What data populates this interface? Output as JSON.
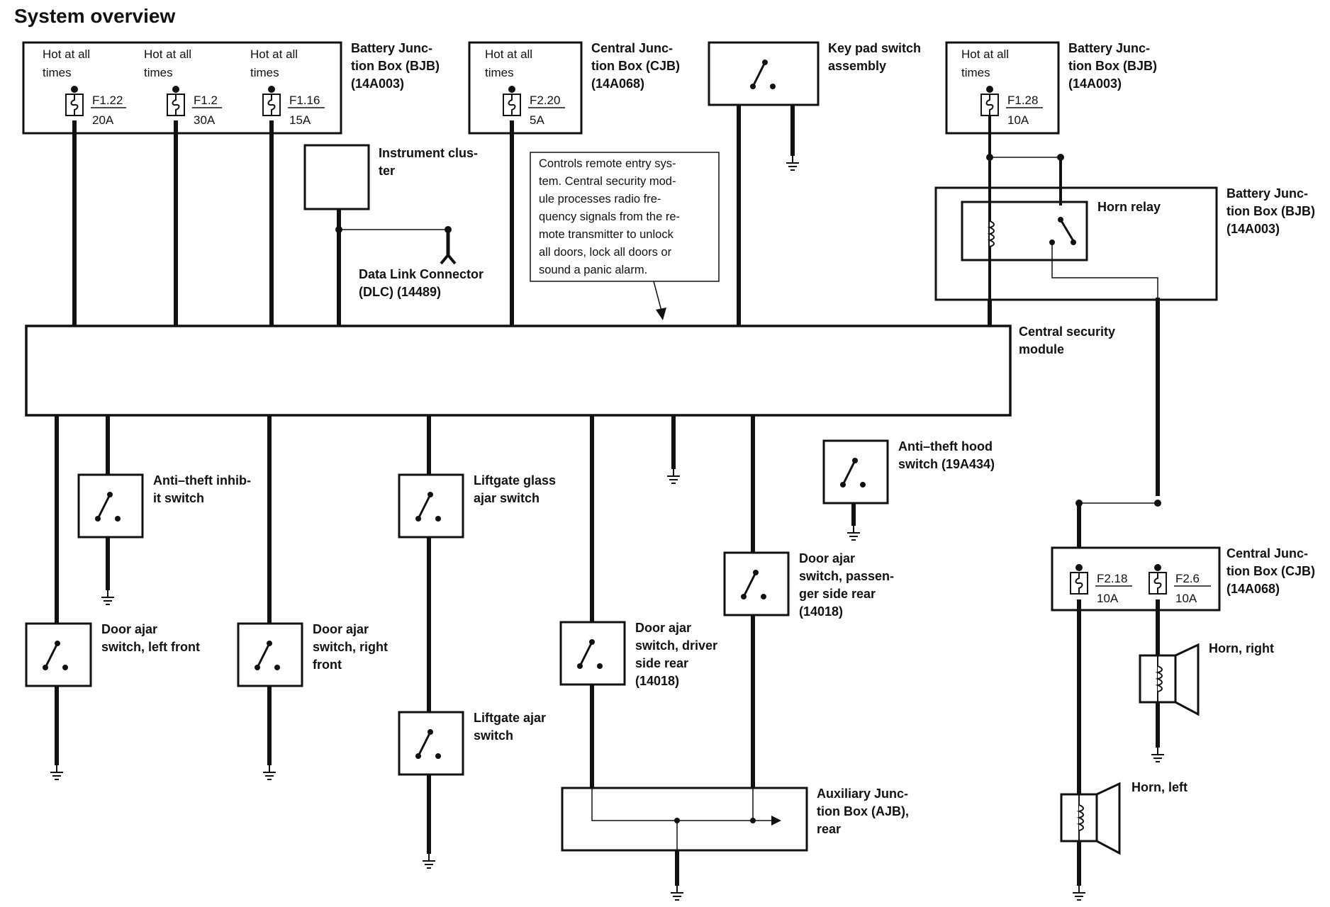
{
  "title": "System overview",
  "colors": {
    "ink": "#111111",
    "paper": "#ffffff"
  },
  "hot_at_all_times": [
    "Hot at all",
    "times"
  ],
  "bjb_label": [
    "Battery Junc-",
    "tion Box (BJB)",
    "(14A003)"
  ],
  "cjb_label": [
    "Central Junc-",
    "tion Box (CJB)",
    "(14A068)"
  ],
  "bjb_label_right": [
    "Battery Junc-",
    "tion Box (BJB)",
    "(14A003)"
  ],
  "cjb_label_right": [
    "Central Junc-",
    "tion Box (CJB)",
    "(14A068)"
  ],
  "fuses": {
    "f1_22": [
      "F1.22",
      "20A"
    ],
    "f1_2": [
      "F1.2",
      "30A"
    ],
    "f1_16": [
      "F1.16",
      "15A"
    ],
    "f2_20": [
      "F2.20",
      "5A"
    ],
    "f1_28": [
      "F1.28",
      "10A"
    ],
    "f2_18": [
      "F2.18",
      "10A"
    ],
    "f2_6": [
      "F2.6",
      "10A"
    ]
  },
  "keypad_label": [
    "Key pad switch",
    "assembly"
  ],
  "instrument_cluster_label": [
    "Instrument clus-",
    "ter"
  ],
  "dlc_label": [
    "Data Link Connector",
    "(DLC) (14489)"
  ],
  "note_lines": [
    "Controls remote entry sys-",
    "tem. Central security mod-",
    "ule processes radio fre-",
    "quency signals from the re-",
    "mote transmitter to unlock",
    "all doors, lock all doors or",
    "sound a panic alarm."
  ],
  "horn_relay_label": "Horn relay",
  "bjb_relay_label": [
    "Battery Junc-",
    "tion Box (BJB)",
    "(14A003)"
  ],
  "csm_label": [
    "Central security",
    "module"
  ],
  "switches": {
    "anti_theft_inhibit": [
      "Anti–theft inhib-",
      "it switch"
    ],
    "liftgate_glass": [
      "Liftgate glass",
      "ajar switch"
    ],
    "anti_theft_hood": [
      "Anti–theft hood",
      "switch (19A434)"
    ],
    "door_ajar_left_front": [
      "Door ajar",
      "switch, left front"
    ],
    "door_ajar_right_front": [
      "Door ajar",
      "switch, right",
      "front"
    ],
    "door_ajar_driver_rear": [
      "Door ajar",
      "switch, driver",
      "side rear",
      "(14018)"
    ],
    "door_ajar_passenger_rear": [
      "Door ajar",
      "switch, passen-",
      "ger side rear",
      "(14018)"
    ],
    "liftgate_ajar": [
      "Liftgate ajar",
      "switch"
    ]
  },
  "ajb_label": [
    "Auxiliary Junc-",
    "tion Box (AJB),",
    "rear"
  ],
  "horn_right_label": "Horn, right",
  "horn_left_label": "Horn, left"
}
